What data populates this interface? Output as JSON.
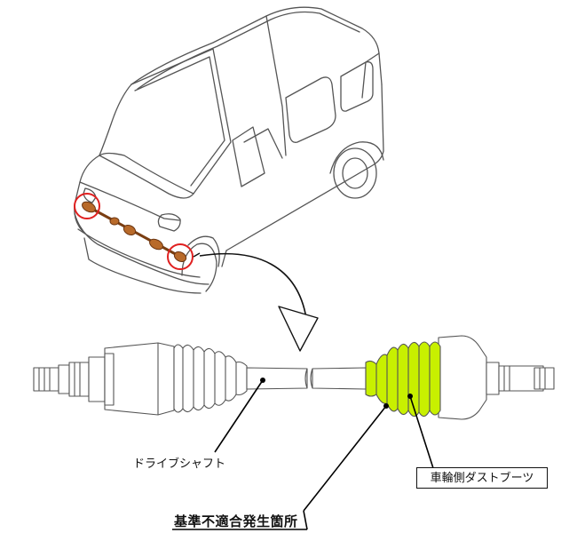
{
  "labels": {
    "drive_shaft": "ドライブシャフト",
    "wheel_side_dust_boot": "車輪側ダストブーツ",
    "nonconforming_location": "基準不適合発生箇所"
  },
  "colors": {
    "outline": "#555555",
    "highlight_boot": "#c8f000",
    "marker_circle": "#e02020",
    "shaft_part": "#b86a2a",
    "leader": "#000000"
  },
  "icons": {
    "vehicle": "kei-van-outline",
    "arrow": "curved-down-arrow"
  }
}
